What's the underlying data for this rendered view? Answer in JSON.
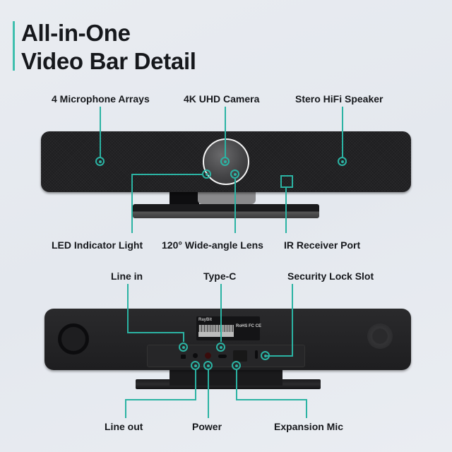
{
  "header": {
    "title_line1": "All-in-One",
    "title_line2": "Video Bar Detail",
    "accent_color": "#3fbfae"
  },
  "front_view": {
    "callouts_top": [
      {
        "label": "4 Microphone Arrays"
      },
      {
        "label": "4K UHD Camera"
      },
      {
        "label": "Stero HiFi Speaker"
      }
    ],
    "callouts_bottom": [
      {
        "label": "LED Indicator Light"
      },
      {
        "label": "120° Wide-angle Lens"
      },
      {
        "label": "IR Receiver Port"
      }
    ]
  },
  "back_view": {
    "callouts_top": [
      {
        "label": "Line in"
      },
      {
        "label": "Type-C"
      },
      {
        "label": "Security Lock Slot"
      }
    ],
    "callouts_bottom": [
      {
        "label": "Line out"
      },
      {
        "label": "Power"
      },
      {
        "label": "Expansion Mic"
      }
    ],
    "rating_label": {
      "brand": "RayBit",
      "certifications": "RoHS FC CE"
    }
  },
  "colors": {
    "callout": "#2bb3a3",
    "text": "#16181c",
    "background": "#e6e9ee",
    "device": "#1e1e20"
  }
}
